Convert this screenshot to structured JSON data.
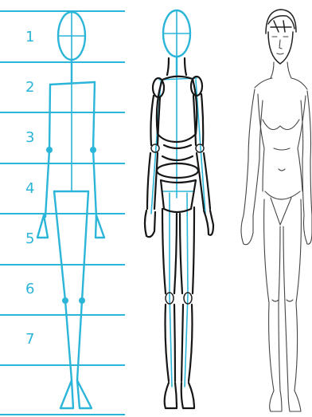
{
  "proportion_guide": {
    "head_units": [
      "1",
      "2",
      "3",
      "4",
      "5",
      "6",
      "7"
    ]
  },
  "colors": {
    "guide_blue": "#2bb5d8",
    "ink": "#161616",
    "background": "#ffffff"
  },
  "figures": [
    {
      "name": "stick-figure"
    },
    {
      "name": "mannequin-figure"
    },
    {
      "name": "final-figure"
    }
  ]
}
